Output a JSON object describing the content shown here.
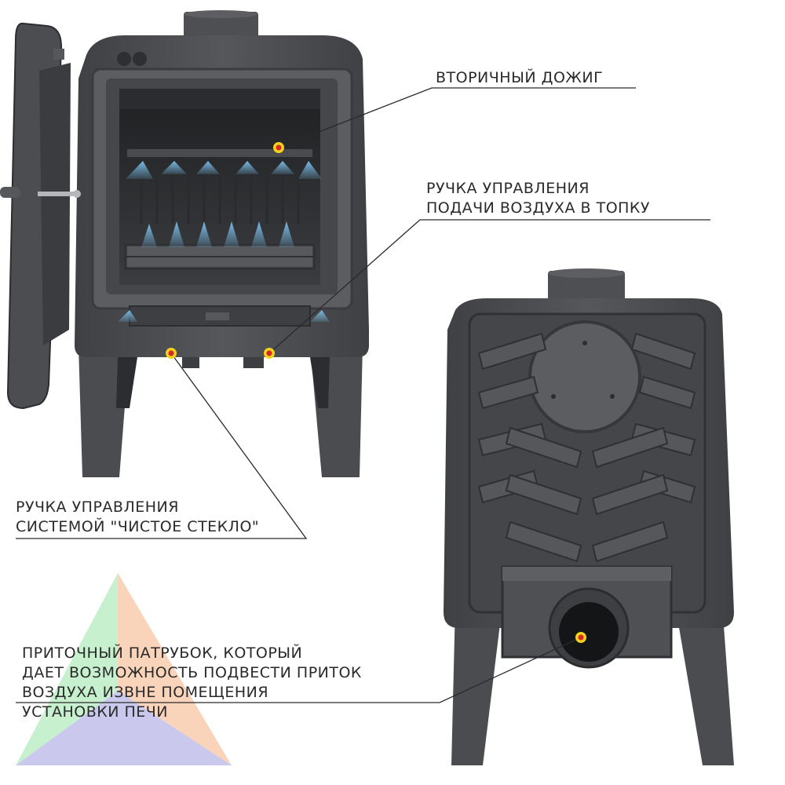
{
  "callouts": {
    "secondary_burn": {
      "lines": [
        "ВТОРИЧНЫЙ ДОЖИГ"
      ]
    },
    "air_supply": {
      "lines": [
        "РУЧКА УПРАВЛЕНИЯ",
        "ПОДАЧИ ВОЗДУХА В ТОПКУ"
      ]
    },
    "clean_glass": {
      "lines": [
        "РУЧКА УПРАВЛЕНИЯ",
        "СИСТЕМОЙ \"ЧИСТОЕ СТЕКЛО\""
      ]
    },
    "inlet_pipe": {
      "lines": [
        "ПРИТОЧНЫЙ ПАТРУБОК, КОТОРЫЙ",
        "ДАЕТ ВОЗМОЖНОСТЬ ПОДВЕСТИ ПРИТОК",
        "ВОЗДУХА ИЗВНЕ ПОМЕЩЕНИЯ",
        "УСТАНОВКИ ПЕЧИ"
      ]
    }
  },
  "colors": {
    "stove_body": "#4a4c4f",
    "stove_dark": "#2f3134",
    "stove_light": "#65676b",
    "marker_outer": "#f2d21a",
    "marker_inner": "#d8262a",
    "airflow": "#7ec3f0",
    "logo_green": "#b4ecbd",
    "logo_orange": "#f7c4a3",
    "logo_blue": "#b8b6e6"
  }
}
